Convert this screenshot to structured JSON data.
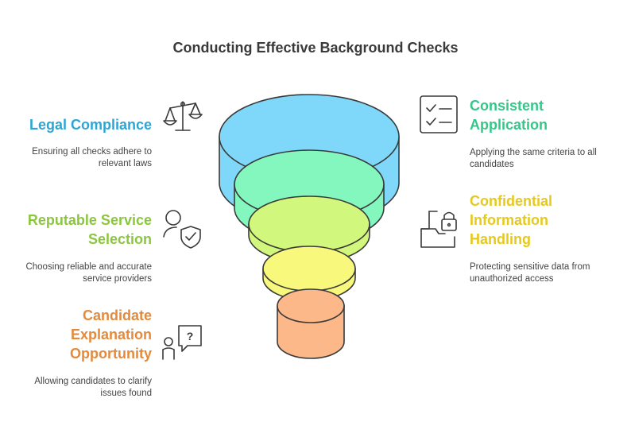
{
  "title": "Conducting Effective Background Checks",
  "colors": {
    "legal": "#2ba7d6",
    "consistent": "#37c68a",
    "reputable": "#8cc63f",
    "confidential": "#e6c91d",
    "candidate": "#e38a3d",
    "outline": "#3a3a3a"
  },
  "layers": [
    {
      "fill": "#7fd8f9"
    },
    {
      "fill": "#84f7bf"
    },
    {
      "fill": "#d2f77d"
    },
    {
      "fill": "#f8f87c"
    },
    {
      "fill": "#fdb88a"
    }
  ],
  "items": {
    "legal": {
      "heading": "Legal Compliance",
      "desc_line1": "Ensuring all checks adhere to",
      "desc_line2": "relevant laws",
      "icon": "scales-icon"
    },
    "consistent": {
      "heading_line1": "Consistent",
      "heading_line2": "Application",
      "desc_line1": "Applying the same criteria to all",
      "desc_line2": "candidates",
      "icon": "checklist-icon"
    },
    "reputable": {
      "heading_line1": "Reputable Service",
      "heading_line2": "Selection",
      "desc_line1": "Choosing reliable and accurate",
      "desc_line2": "service providers",
      "icon": "user-shield-icon"
    },
    "confidential": {
      "heading_line1": "Confidential",
      "heading_line2": "Information",
      "heading_line3": "Handling",
      "desc_line1": "Protecting sensitive data from",
      "desc_line2": "unauthorized access",
      "icon": "locked-folder-icon"
    },
    "candidate": {
      "heading_line1": "Candidate",
      "heading_line2": "Explanation",
      "heading_line3": "Opportunity",
      "desc_line1": "Allowing candidates to clarify",
      "desc_line2": "issues found",
      "icon": "person-question-icon"
    }
  }
}
